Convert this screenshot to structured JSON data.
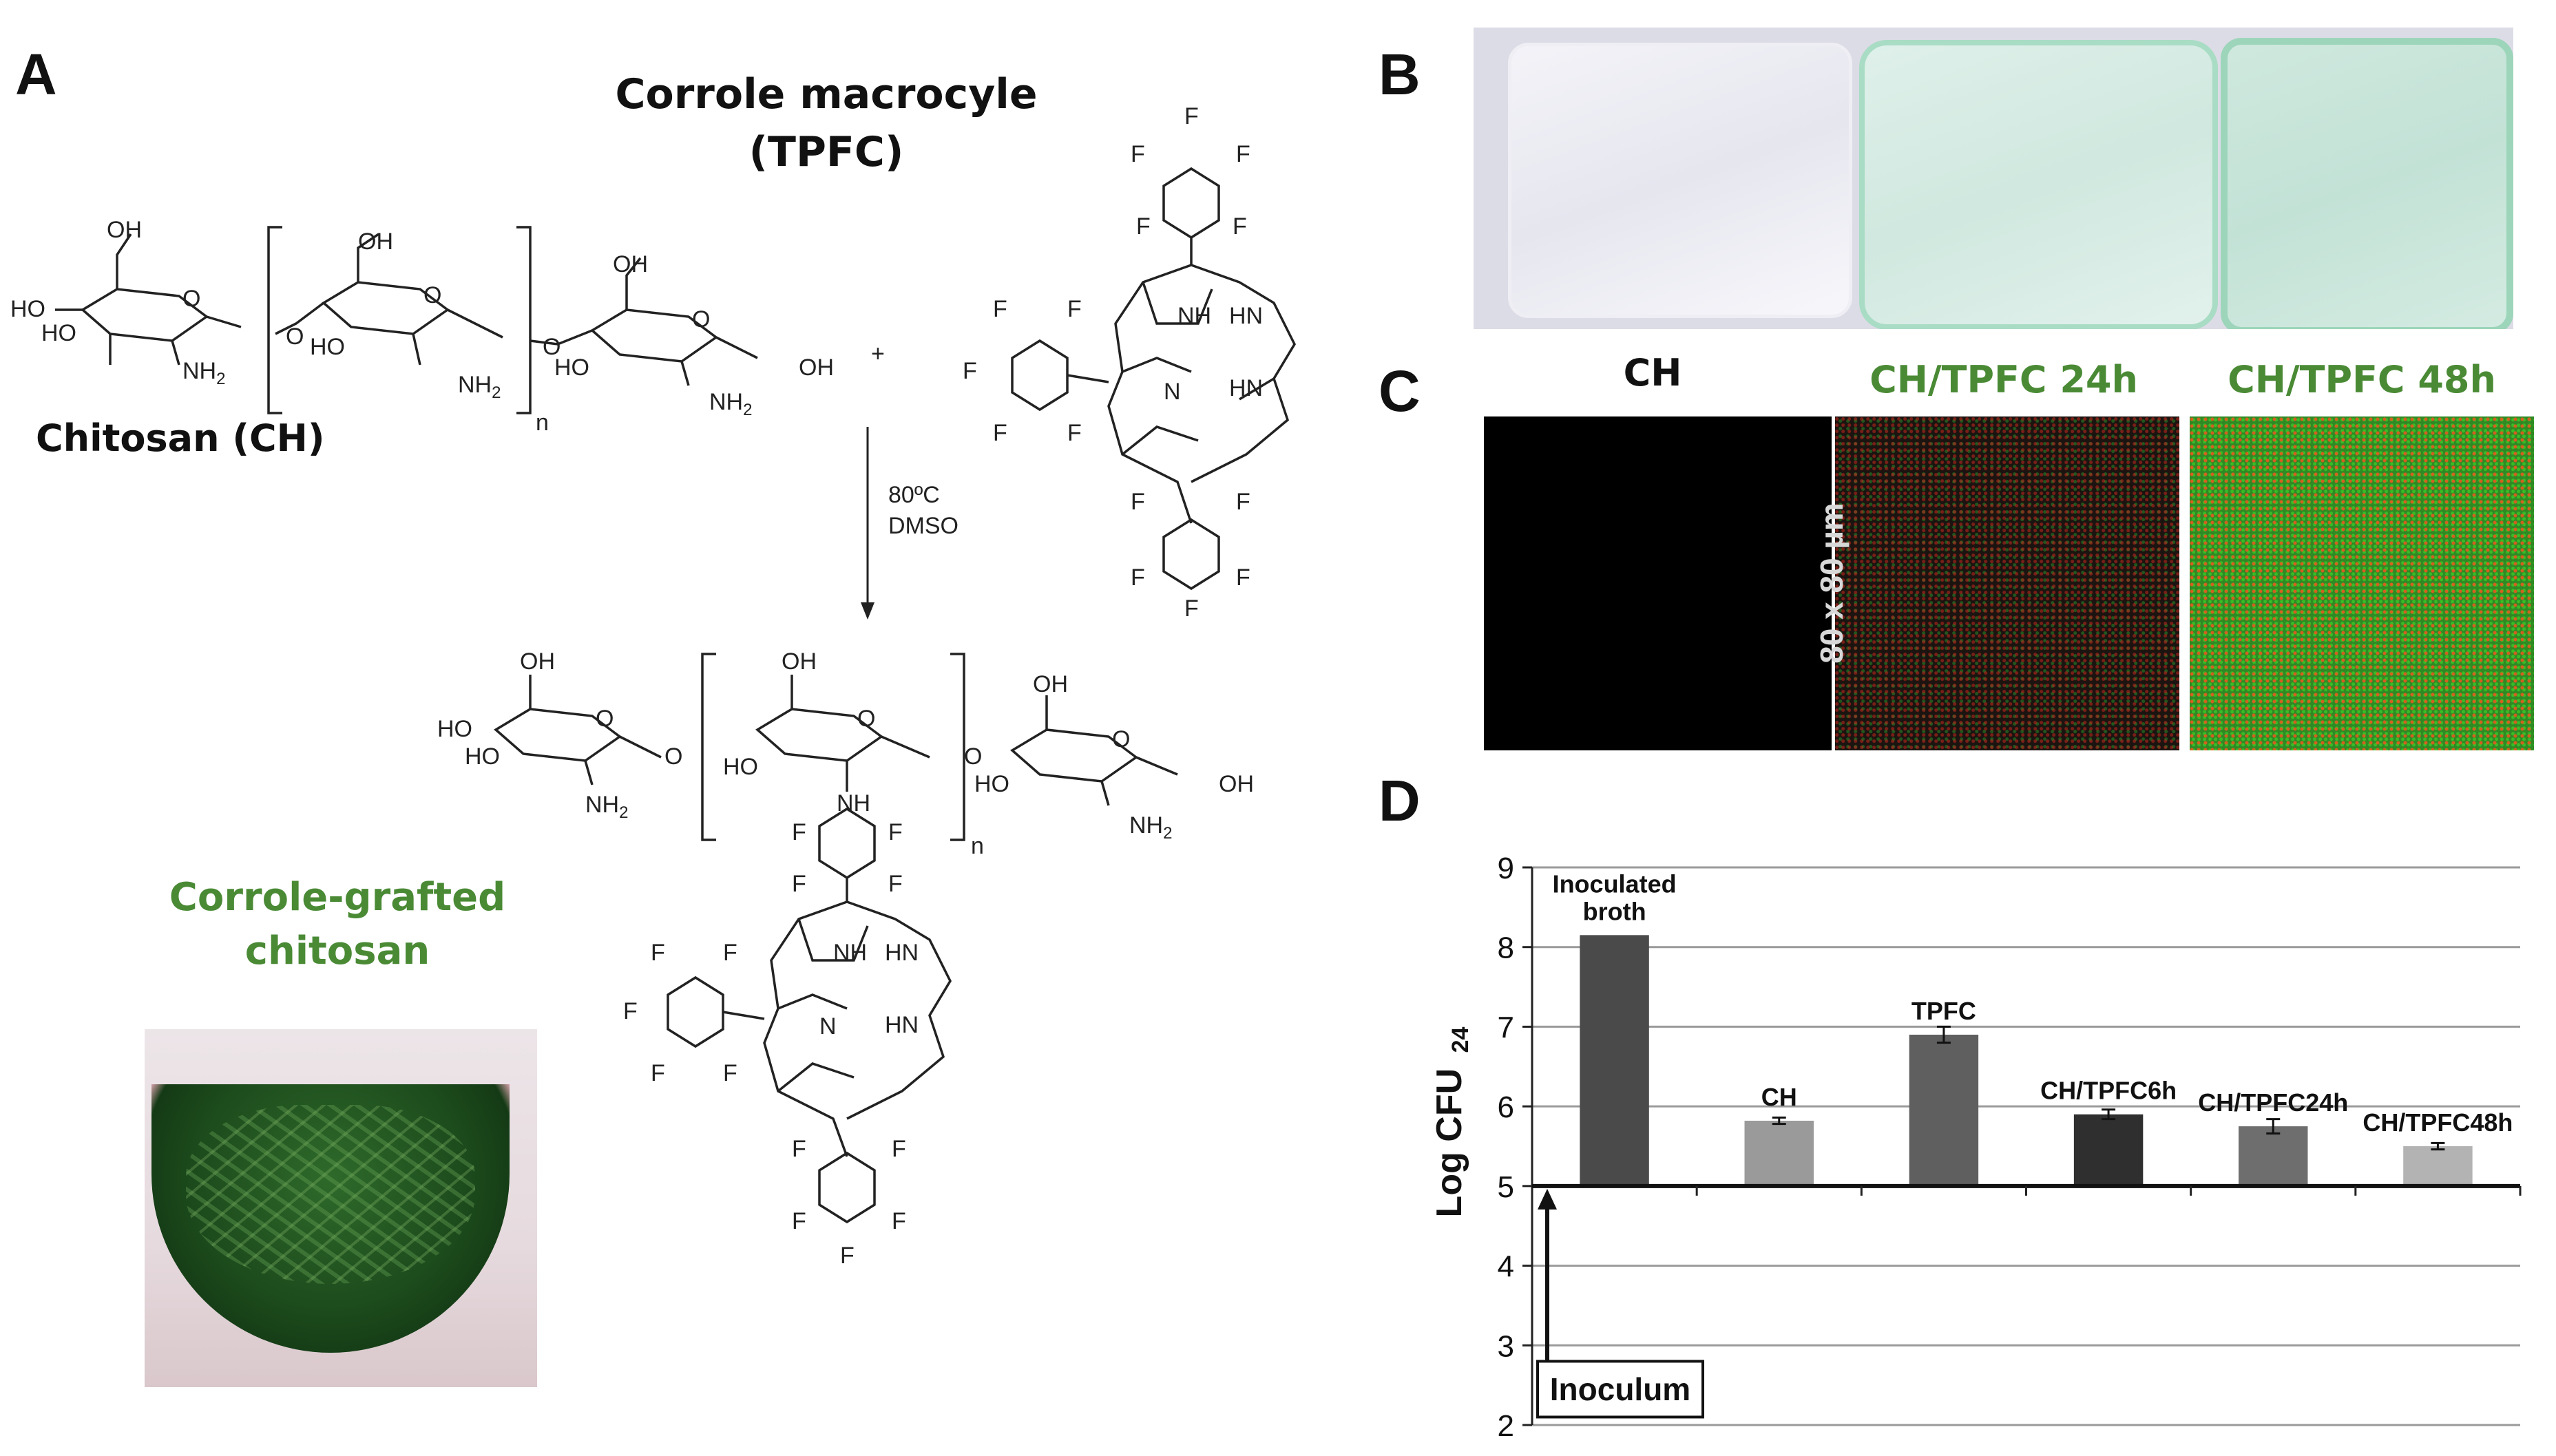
{
  "panel_labels": {
    "a": "A",
    "b": "B",
    "c": "C",
    "d": "D"
  },
  "panelA": {
    "corrole_title": "Corrole macrocyle",
    "corrole_abbrev": "(TPFC)",
    "chitosan_label": "Chitosan (CH)",
    "product_title_line1": "Corrole-grafted",
    "product_title_line2": "chitosan",
    "reaction_temp": "80ºC",
    "reaction_solvent": "DMSO",
    "plus": "+",
    "atoms": {
      "oh": "OH",
      "ho": "HO",
      "nh2": "NH",
      "nh2_sub": "2",
      "nh": "NH",
      "hn": "HN",
      "n": "N",
      "f": "F",
      "o": "O",
      "n_repeat": "n"
    }
  },
  "panelC": {
    "headers": [
      "CH",
      "CH/TPFC 24h",
      "CH/TPFC 48h"
    ],
    "scale_label": "80 x 80 µm",
    "colors": {
      "header_plain": "#111111",
      "header_green": "#4a8a35"
    }
  },
  "chart_data": {
    "type": "bar",
    "categories": [
      "Inoculated broth",
      "CH",
      "TPFC",
      "CH/TPFC6h",
      "CH/TPFC24h",
      "CH/TPFC48h"
    ],
    "values": [
      8.15,
      5.82,
      6.9,
      5.9,
      5.75,
      5.5
    ],
    "errors": [
      0.0,
      0.04,
      0.1,
      0.06,
      0.09,
      0.04
    ],
    "bar_colors": [
      "#4a4a4a",
      "#9a9a9a",
      "#5f5f5f",
      "#2f2f2f",
      "#6e6e6e",
      "#b3b3b3"
    ],
    "ylabel_main": "Log CFU",
    "ylabel_sub": "24",
    "ylim": [
      2,
      9
    ],
    "yticks": [
      2,
      3,
      4,
      5,
      6,
      7,
      8,
      9
    ],
    "baseline": 5,
    "grid": true,
    "annotation": "Inoculum"
  }
}
